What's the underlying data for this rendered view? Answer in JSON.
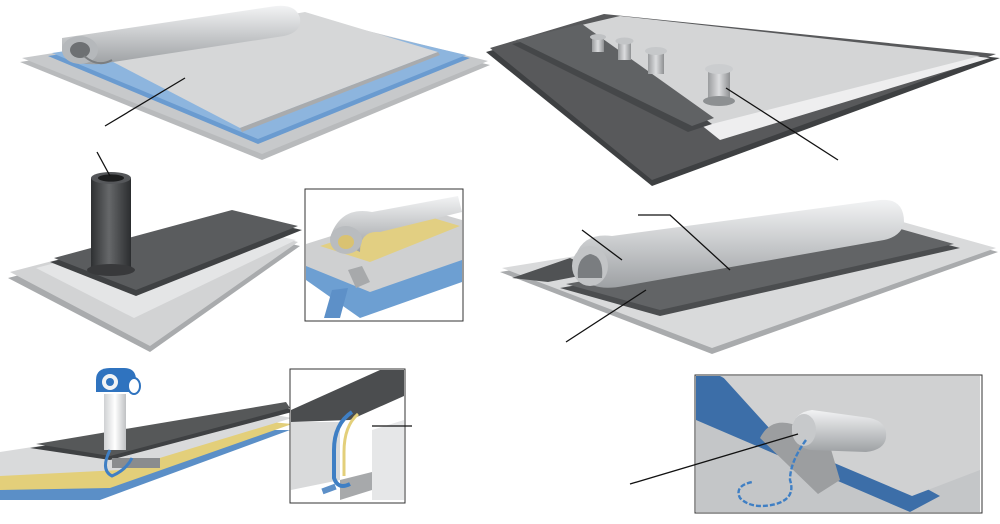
{
  "title": "",
  "panels": [
    {
      "id": "membrane-roll",
      "labels": []
    },
    {
      "id": "roof-vents",
      "labels": []
    },
    {
      "id": "pipe-penetration",
      "labels": []
    },
    {
      "id": "seam-detail-inset",
      "labels": []
    },
    {
      "id": "ridge-profile",
      "labels": []
    },
    {
      "id": "drain-assembly",
      "labels": []
    },
    {
      "id": "gutter-inset",
      "labels": []
    },
    {
      "id": "cable-detail-inset",
      "labels": []
    }
  ],
  "colors": {
    "membrane_light": "#c9cbcd",
    "membrane_top": "#d8d9da",
    "board_edge": "#b7b9bb",
    "insulation_blue": "#5b8fc7",
    "insulation_blue_light": "#7aa8d8",
    "dark_layer": "#4a4c4e",
    "dark_layer_top": "#5d5f61",
    "yellow_layer": "#e3cf7a",
    "cable_blue": "#3f7fc4",
    "leader_line": "#111111",
    "inset_border": "#333333"
  }
}
